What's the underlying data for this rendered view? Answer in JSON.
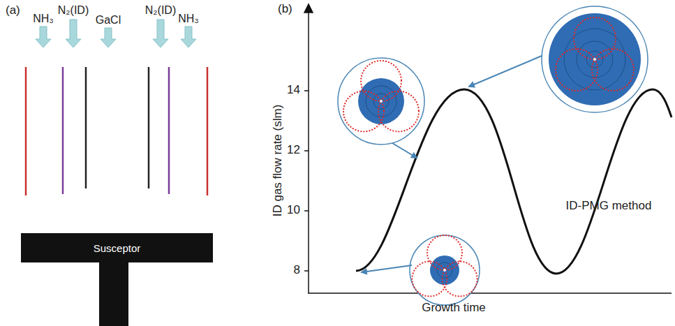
{
  "diagram": {
    "nodes": [
      {
        "text": [
          "Susceptor"
        ]
      }
    ],
    "labels": [
      "(a)",
      "NH₃",
      "N₂(ID)",
      "GaCl",
      "N₂(ID)",
      "NH₃",
      "(b)",
      "14",
      "12",
      "10",
      "8",
      "ID gas flow rate (slm)",
      "Growth time",
      "ID-PMG method"
    ]
  }
}
